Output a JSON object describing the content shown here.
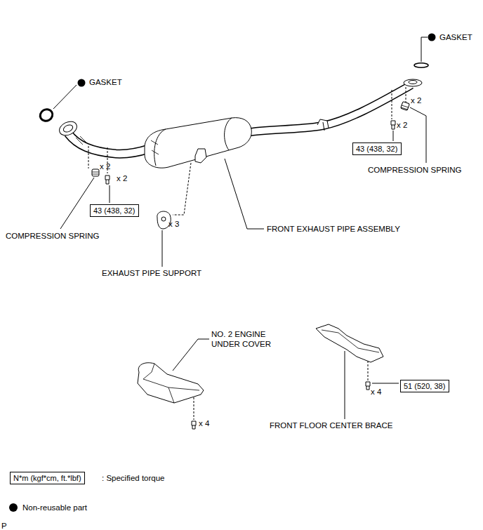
{
  "diagram": {
    "nodes": [
      {
        "text": [
          "43 (438, 32)"
        ]
      },
      {
        "text": [
          "43 (438, 32)"
        ]
      },
      {
        "text": [
          "51 (520, 38)"
        ]
      },
      {
        "text": [
          "N*m (kgf*cm, ft.*lbf)"
        ]
      }
    ],
    "labels": [
      "GASKET",
      "GASKET",
      "x 2",
      "x 2",
      "x 2",
      "COMPRESSION SPRING",
      "x 2",
      "x 3",
      "FRONT EXHAUST PIPE ASSEMBLY",
      "COMPRESSION SPRING",
      "EXHAUST PIPE SUPPORT",
      "NO. 2 ENGINE UNDER COVER",
      "x 4",
      "x 4",
      "FRONT FLOOR CENTER BRACE",
      "P"
    ],
    "legend": [
      {
        "text": ": Specified torque"
      },
      {
        "text": "Non-reusable part",
        "color": "#000000"
      }
    ]
  }
}
